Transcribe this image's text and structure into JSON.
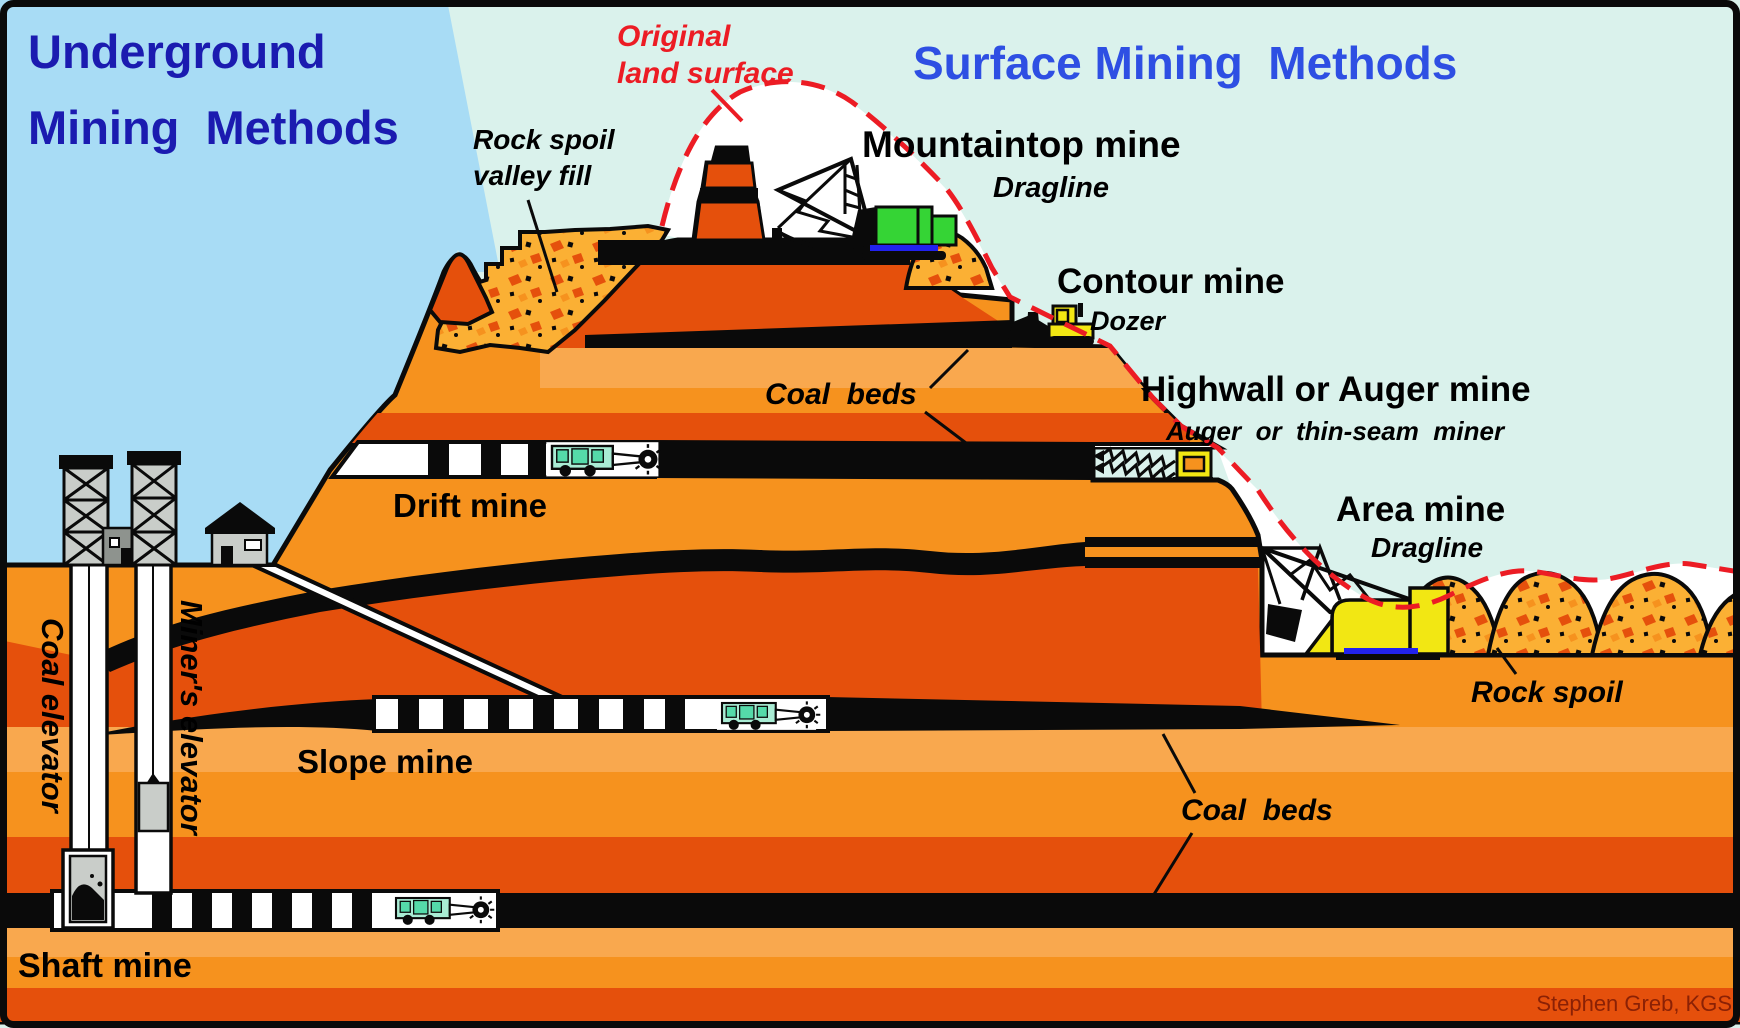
{
  "titles": {
    "underground_line1": "Underground",
    "underground_line2": "Mining  Methods",
    "surface": "Surface Mining  Methods"
  },
  "surface_labels": {
    "original_land_surface_line1": "Original",
    "original_land_surface_line2": "land surface",
    "rock_spoil_valley_fill_line1": "Rock spoil",
    "rock_spoil_valley_fill_line2": "valley fill",
    "mountaintop_mine": "Mountaintop mine",
    "mountaintop_machine": "Dragline",
    "contour_mine": "Contour mine",
    "contour_machine": "Dozer",
    "highwall_mine": "Highwall or Auger mine",
    "highwall_machine": "Auger  or  thin-seam  miner",
    "area_mine": "Area mine",
    "area_machine": "Dragline",
    "rock_spoil": "Rock spoil"
  },
  "underground_labels": {
    "drift_mine": "Drift mine",
    "slope_mine": "Slope mine",
    "shaft_mine": "Shaft mine",
    "coal_elevator": "Coal elevator",
    "miners_elevator": "Miner's elevator",
    "coal_beds_upper": "Coal  beds",
    "coal_beds_lower": "Coal  beds"
  },
  "credit": "Stephen Greb, KGS",
  "colors": {
    "sky_left_blue": "#A8DCF5",
    "sky_right_mint": "#DAF2EC",
    "strata_orange": "#F6921E",
    "strata_red_orange": "#E5500C",
    "strata_light_orange": "#F9A84E",
    "coal_black": "#0A0A0A",
    "spoil_yellow": "#FBB034",
    "machine_green": "#35D435",
    "machine_yellow": "#F2E713",
    "miner_body_teal": "#A9ECD4",
    "title_navy": "#1B1BB0",
    "title_blue": "#2E4FE3",
    "surface_line_red": "#EC1C24",
    "credit_maroon": "#8B2105"
  },
  "icons": [
    "dragline-icon (mountaintop, green)",
    "dragline-icon (area mine, yellow)",
    "dozer-icon (contour mine)",
    "auger-machine-icon (highwall mine)",
    "continuous-miner-icon (drift, slope, shaft seams)",
    "headframe-icon (coal + miner elevators)",
    "mine-building-icon (shaft house, slope portal)"
  ]
}
